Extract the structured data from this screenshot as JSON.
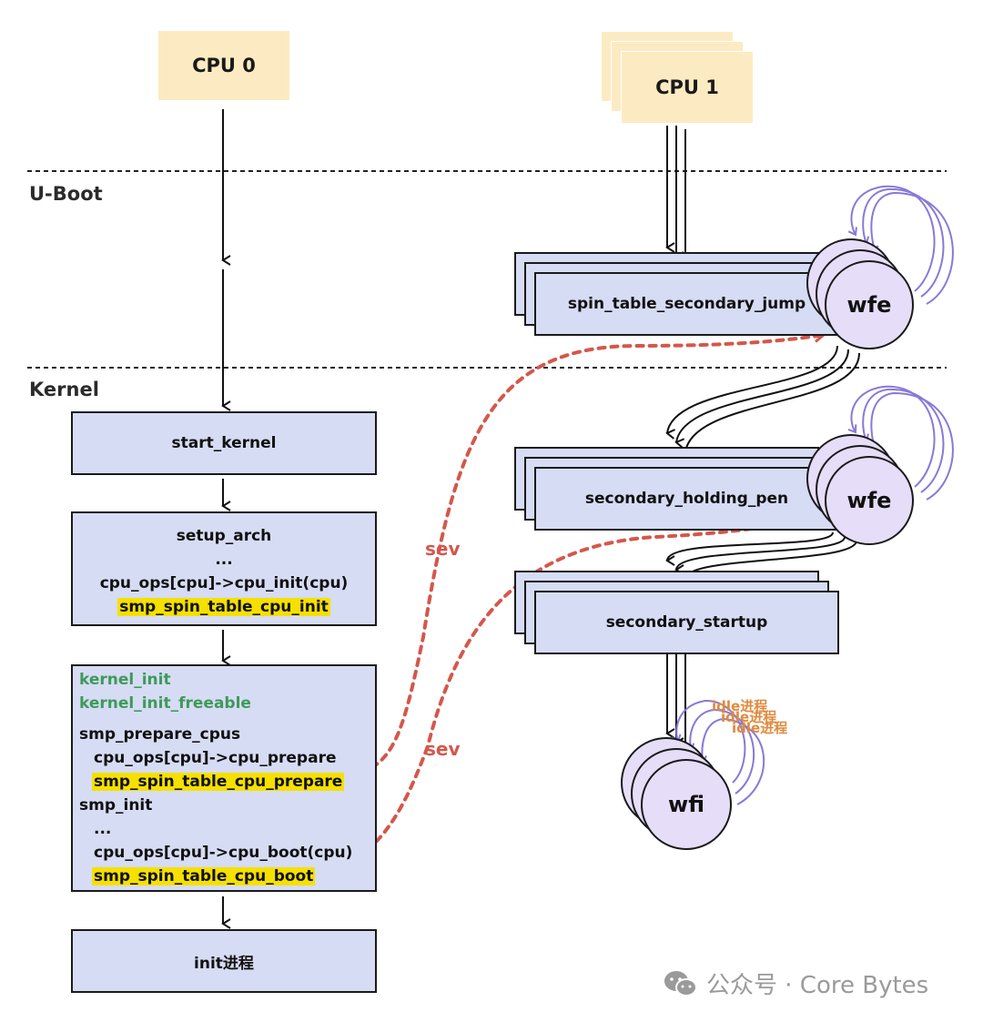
{
  "cpu0": {
    "label": "CPU 0"
  },
  "cpu1": {
    "label": "CPU 1"
  },
  "sections": {
    "uboot": "U-Boot",
    "kernel": "Kernel"
  },
  "cpu0_flow": {
    "start_kernel": "start_kernel",
    "setup_arch": {
      "lines": [
        "setup_arch",
        "...",
        "cpu_ops[cpu]->cpu_init(cpu)"
      ],
      "highlight": "smp_spin_table_cpu_init"
    },
    "kernel_init": {
      "green_lines": [
        "kernel_init",
        "kernel_init_freeable"
      ],
      "line1": "smp_prepare_cpus",
      "line2": "cpu_ops[cpu]->cpu_prepare",
      "highlight1": "smp_spin_table_cpu_prepare",
      "line3": "smp_init",
      "line4": "...",
      "line5": "cpu_ops[cpu]->cpu_boot(cpu)",
      "highlight2": "smp_spin_table_cpu_boot"
    },
    "init": "init进程"
  },
  "cpu1_flow": {
    "spin_table": "spin_table_secondary_jump",
    "wfe1": "wfe",
    "holding_pen": "secondary_holding_pen",
    "wfe2": "wfe",
    "startup": "secondary_startup",
    "wfi": "wfi",
    "idle": [
      "idle进程",
      "idle进程",
      "idle进程"
    ]
  },
  "signals": {
    "sev1": "sev",
    "sev2": "sev"
  },
  "watermark": {
    "text": "公众号 · Core Bytes"
  },
  "colors": {
    "cpu_box": "#fcebc2",
    "func_box": "#d6dcf3",
    "circle": "#e6ddf8",
    "highlight": "#f5e000",
    "green_text": "#3e9a5a",
    "sev_red": "#d4574c",
    "loop_purple": "#8a78d8",
    "idle_orange": "#e08a3c"
  }
}
